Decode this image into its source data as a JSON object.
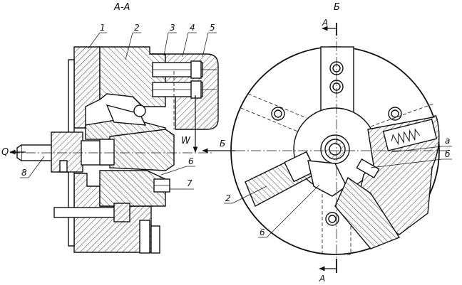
{
  "section_view": {
    "title": "А-А",
    "callouts": [
      "1",
      "2",
      "3",
      "4",
      "5",
      "6",
      "7",
      "8"
    ],
    "force_q": "Q",
    "force_w": "W"
  },
  "plan_view": {
    "title": "Б",
    "arrow_label": "Б",
    "cut_label_top": "А",
    "cut_label_bottom": "А",
    "callout_a": "а",
    "callout_b": "б",
    "callout_2": "2",
    "callout_6": "6"
  }
}
